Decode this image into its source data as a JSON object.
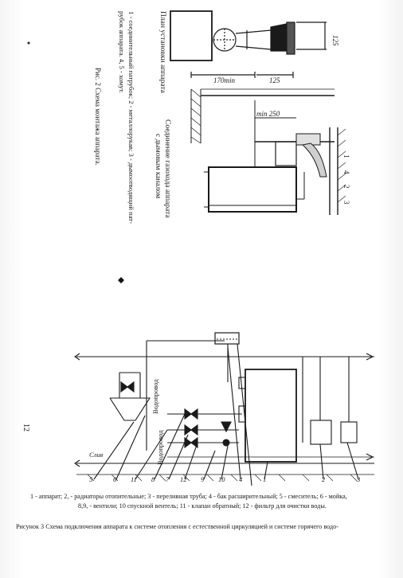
{
  "figure2": {
    "title": "План установки аппарата",
    "subtitle_line1": "Соединение газохода аппарата",
    "subtitle_line2": "с дымовым каналом",
    "legend_line1": "1 - соединительный патрубок; 2 - металлорукав; 3 - дымоотводящий пат-",
    "legend_line2": "рубок аппарата. 4, 5 - хомут.",
    "caption": "Рис. 2 Схема монтажа аппарата.",
    "dim_125_vertical": "125",
    "dim_125_horizontal": "125",
    "dim_170min": "170min",
    "dim_min250": "min 250",
    "part_labels": [
      "1",
      "4",
      "2",
      "3"
    ]
  },
  "page_number": "12",
  "figure3": {
    "label_vodoprovod_1": "Водопровод",
    "label_vodoprovod_2": "Водопровод",
    "label_slip": "Слив",
    "callouts": [
      "5",
      "6",
      "11",
      "8",
      "7",
      "12",
      "9",
      "10",
      "4",
      "1",
      "2",
      "3"
    ],
    "legend_line1": "1 - аппарат; 2, - радиаторы отопительные; 3 - переливная труба; 4 - бак расширительный; 5 - смеситель; 6 - мойка,",
    "legend_line2": "8,9, - вентили; 10 спускной вентель; 11 - клапан обратный; 12 - фильтр для очистки воды.",
    "caption": "Рисунок 3 Схема подключения аппарата к системе отопления с естественной циркуляцией  и системе горячего водо-"
  }
}
